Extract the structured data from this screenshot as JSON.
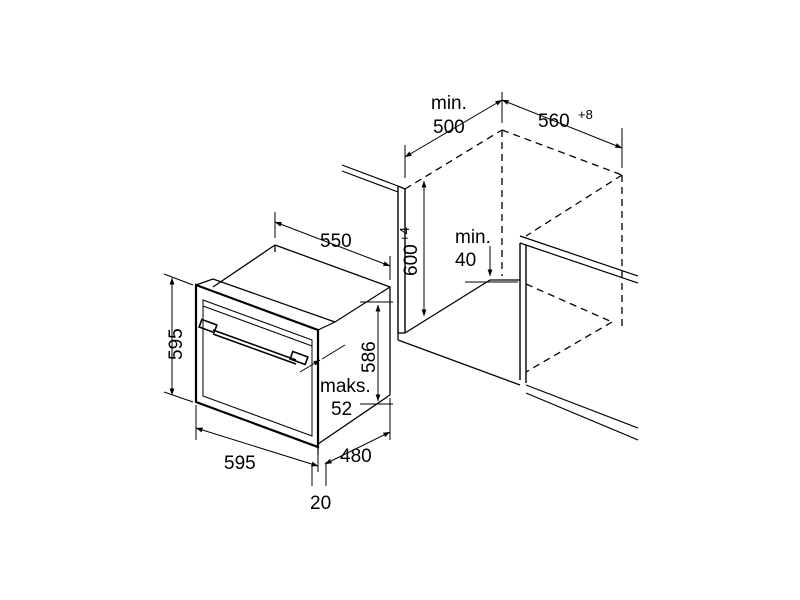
{
  "niche": {
    "min_depth": {
      "line1": "min.",
      "line2": "500"
    },
    "width": {
      "value": "560",
      "tolerance": "+8"
    },
    "height": {
      "value": "600",
      "tolerance": "+4"
    },
    "min_gap": {
      "line1": "min.",
      "line2": "40"
    }
  },
  "appliance": {
    "depth": "550",
    "front_height": "595",
    "body_height": "586",
    "max_projection": {
      "line1": "maks.",
      "line2": "52"
    },
    "front_width": "595",
    "body_width": "480",
    "front_thickness": "20"
  },
  "colors": {
    "line": "#000000",
    "background": "#ffffff"
  }
}
